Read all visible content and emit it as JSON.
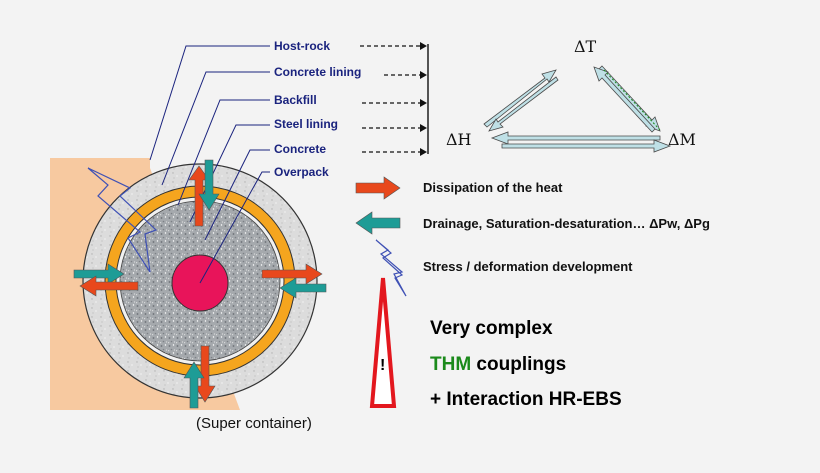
{
  "colors": {
    "host_rock": "#f7c9a0",
    "concrete_lining": "#d8d8d8",
    "backfill_orange": "#f5a51e",
    "buffer_grey": "#9ea3a8",
    "overpack": "#e8145a",
    "label_blue": "#1a237e",
    "arrow_red": "#e8481c",
    "arrow_teal": "#1e9c96",
    "thm_green": "#1b8a1b"
  },
  "labels": {
    "host_rock": "Host-rock",
    "concrete_lining": "Concrete lining",
    "backfill": "Backfill",
    "steel_lining": "Steel lining",
    "concrete": "Concrete",
    "overpack": "Overpack"
  },
  "caption": "(Super container)",
  "triangle": {
    "top": "ΔT",
    "left": "ΔH",
    "right": "ΔM"
  },
  "legend": {
    "heat": "Dissipation of the heat",
    "drainage": "Drainage, Saturation-desaturation…  ΔPw, ΔPg",
    "stress": "Stress / deformation development"
  },
  "summary": {
    "line1": "Very complex",
    "line2_highlight": "THM",
    "line2_rest": " couplings",
    "line3": "+ Interaction HR-EBS",
    "warning_mark": "!"
  },
  "icons": {
    "heat_arrow": "red-arrow-right-icon",
    "drainage_arrow": "teal-arrow-left-icon",
    "stress": "lightning-bolt-icon",
    "warning": "warning-wedge-icon"
  }
}
